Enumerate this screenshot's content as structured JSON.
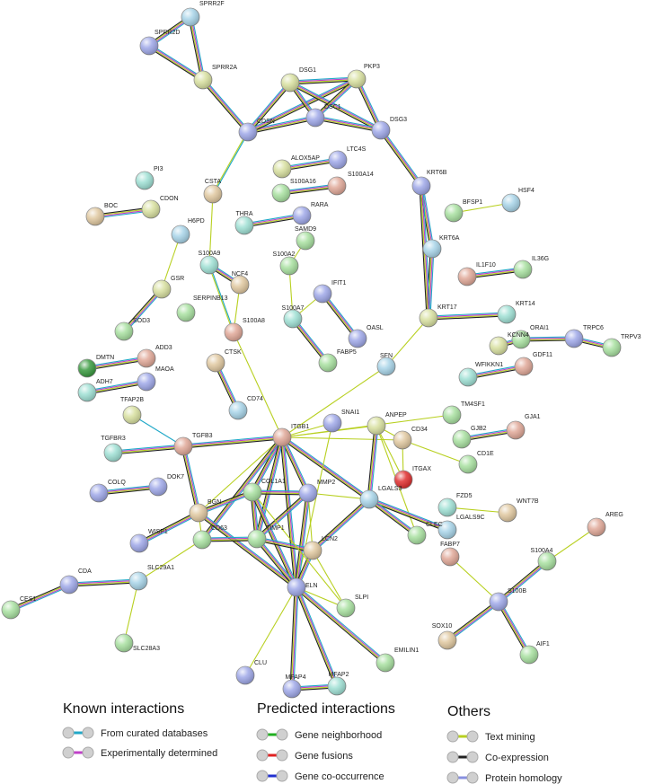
{
  "legend": {
    "known_title": "Known interactions",
    "predicted_title": "Predicted interactions",
    "others_title": "Others",
    "items": [
      {
        "label": "From curated databases",
        "color": "#20a8c8"
      },
      {
        "label": "Experimentally determined",
        "color": "#c040c8"
      },
      {
        "label": "Gene neighborhood",
        "color": "#20b020"
      },
      {
        "label": "Gene fusions",
        "color": "#e02020"
      },
      {
        "label": "Gene co-occurrence",
        "color": "#2030d0"
      },
      {
        "label": "Text mining",
        "color": "#b8d020"
      },
      {
        "label": "Co-expression",
        "color": "#222222"
      },
      {
        "label": "Protein homology",
        "color": "#8890e0"
      }
    ]
  },
  "palette": {
    "blue": "#9fa8e8",
    "teal": "#9fe0d4",
    "green": "#a8e0a0",
    "olive": "#d8e0a0",
    "tan": "#e0c8a0",
    "salmon": "#e0a898",
    "lightblue": "#a8d4e8",
    "red": "#e03030",
    "darkgreen": "#3a9a40",
    "purple": "#b0a8e8"
  },
  "nodes": [
    {
      "name": "SPRR2F",
      "c": "lightblue"
    },
    {
      "name": "SPRR2D",
      "c": "blue"
    },
    {
      "name": "SPRR2A",
      "c": "olive"
    },
    {
      "name": "DSG1",
      "c": "olive"
    },
    {
      "name": "PKP3",
      "c": "olive"
    },
    {
      "name": "DSC1",
      "c": "blue"
    },
    {
      "name": "DSG3",
      "c": "blue"
    },
    {
      "name": "CDSN",
      "c": "blue"
    },
    {
      "name": "ALOX5AP",
      "c": "olive"
    },
    {
      "name": "LTC4S",
      "c": "blue"
    },
    {
      "name": "S100A14",
      "c": "salmon"
    },
    {
      "name": "S100A16",
      "c": "green"
    },
    {
      "name": "KRT6B",
      "c": "blue"
    },
    {
      "name": "PI3",
      "c": "teal"
    },
    {
      "name": "CSTA",
      "c": "tan"
    },
    {
      "name": "CDON",
      "c": "olive"
    },
    {
      "name": "BOC",
      "c": "tan"
    },
    {
      "name": "BFSP1",
      "c": "green"
    },
    {
      "name": "HSF4",
      "c": "lightblue"
    },
    {
      "name": "THRA",
      "c": "teal"
    },
    {
      "name": "RARA",
      "c": "blue"
    },
    {
      "name": "SAMD9",
      "c": "green"
    },
    {
      "name": "H6PD",
      "c": "lightblue"
    },
    {
      "name": "KRT6A",
      "c": "lightblue"
    },
    {
      "name": "S100A9",
      "c": "teal"
    },
    {
      "name": "S100A2",
      "c": "green"
    },
    {
      "name": "NCF4",
      "c": "tan"
    },
    {
      "name": "IL1F10",
      "c": "salmon"
    },
    {
      "name": "IL36G",
      "c": "green"
    },
    {
      "name": "GSR",
      "c": "olive"
    },
    {
      "name": "IFIT1",
      "c": "blue"
    },
    {
      "name": "SERPINB13",
      "c": "green"
    },
    {
      "name": "KRT14",
      "c": "teal"
    },
    {
      "name": "KRT17",
      "c": "olive"
    },
    {
      "name": "S100A7",
      "c": "teal"
    },
    {
      "name": "S100A8",
      "c": "salmon"
    },
    {
      "name": "SOD3",
      "c": "green"
    },
    {
      "name": "OASL",
      "c": "blue"
    },
    {
      "name": "ORAI1",
      "c": "green"
    },
    {
      "name": "TRPC6",
      "c": "blue"
    },
    {
      "name": "TRPV3",
      "c": "green"
    },
    {
      "name": "KCNN4",
      "c": "olive"
    },
    {
      "name": "ADD3",
      "c": "salmon"
    },
    {
      "name": "DMTN",
      "c": "darkgreen"
    },
    {
      "name": "FABP5",
      "c": "green"
    },
    {
      "name": "SFN",
      "c": "lightblue"
    },
    {
      "name": "CTSK",
      "c": "tan"
    },
    {
      "name": "WFIKKN1",
      "c": "teal"
    },
    {
      "name": "GDF11",
      "c": "salmon"
    },
    {
      "name": "MAOA",
      "c": "blue"
    },
    {
      "name": "ADH7",
      "c": "teal"
    },
    {
      "name": "CD74",
      "c": "lightblue"
    },
    {
      "name": "TFAP2B",
      "c": "olive"
    },
    {
      "name": "SNAI1",
      "c": "blue"
    },
    {
      "name": "ANPEP",
      "c": "olive"
    },
    {
      "name": "TM4SF1",
      "c": "green"
    },
    {
      "name": "ITGB1",
      "c": "salmon"
    },
    {
      "name": "CD34",
      "c": "tan"
    },
    {
      "name": "GJA1",
      "c": "salmon"
    },
    {
      "name": "GJB2",
      "c": "green"
    },
    {
      "name": "TGFBR3",
      "c": "teal"
    },
    {
      "name": "TGFB3",
      "c": "salmon"
    },
    {
      "name": "DOK7",
      "c": "blue"
    },
    {
      "name": "CD1E",
      "c": "green"
    },
    {
      "name": "ITGAX",
      "c": "red"
    },
    {
      "name": "COLQ",
      "c": "blue"
    },
    {
      "name": "COL1A1",
      "c": "green"
    },
    {
      "name": "MMP2",
      "c": "blue"
    },
    {
      "name": "LGALS3",
      "c": "lightblue"
    },
    {
      "name": "FZD5",
      "c": "teal"
    },
    {
      "name": "WNT7B",
      "c": "tan"
    },
    {
      "name": "BGN",
      "c": "tan"
    },
    {
      "name": "AREG",
      "c": "salmon"
    },
    {
      "name": "LGALS9C",
      "c": "lightblue"
    },
    {
      "name": "CLEC",
      "c": "green"
    },
    {
      "name": "WISP1",
      "c": "blue"
    },
    {
      "name": "CD63",
      "c": "green"
    },
    {
      "name": "TIMP1",
      "c": "green"
    },
    {
      "name": "FABP7",
      "c": "salmon"
    },
    {
      "name": "S100A4",
      "c": "green"
    },
    {
      "name": "LCN2",
      "c": "tan"
    },
    {
      "name": "CDA",
      "c": "blue"
    },
    {
      "name": "SLC29A1",
      "c": "lightblue"
    },
    {
      "name": "ELN",
      "c": "blue"
    },
    {
      "name": "S100B",
      "c": "blue"
    },
    {
      "name": "SLPI",
      "c": "green"
    },
    {
      "name": "CES1",
      "c": "green"
    },
    {
      "name": "SLC28A3",
      "c": "green"
    },
    {
      "name": "SOX10",
      "c": "tan"
    },
    {
      "name": "AIF1",
      "c": "green"
    },
    {
      "name": "EMILIN1",
      "c": "green"
    },
    {
      "name": "CLU",
      "c": "blue"
    },
    {
      "name": "MFAP4",
      "c": "blue"
    },
    {
      "name": "MFAP2",
      "c": "teal"
    }
  ],
  "edges": [
    [
      "SPRR2F",
      "SPRR2D",
      "ch"
    ],
    [
      "SPRR2F",
      "SPRR2A",
      "ch"
    ],
    [
      "SPRR2D",
      "SPRR2A",
      "ch"
    ],
    [
      "SPRR2A",
      "CDSN",
      "ch"
    ],
    [
      "CDSN",
      "DSG1",
      "ch"
    ],
    [
      "CDSN",
      "DSC1",
      "ch"
    ],
    [
      "CDSN",
      "PKP3",
      "ch"
    ],
    [
      "DSG1",
      "PKP3",
      "ch"
    ],
    [
      "DSG1",
      "DSC1",
      "ch"
    ],
    [
      "DSG1",
      "DSG3",
      "ch"
    ],
    [
      "PKP3",
      "DSC1",
      "ch"
    ],
    [
      "PKP3",
      "DSG3",
      "ch"
    ],
    [
      "DSC1",
      "DSG3",
      "ch"
    ],
    [
      "DSG3",
      "KRT6B",
      "ch"
    ],
    [
      "KRT6B",
      "KRT6A",
      "ch"
    ],
    [
      "KRT6A",
      "KRT17",
      "ch"
    ],
    [
      "KRT6B",
      "KRT17",
      "ch"
    ],
    [
      "KRT17",
      "KRT14",
      "ch"
    ],
    [
      "KRT17",
      "SFN",
      "tm"
    ],
    [
      "CDSN",
      "CSTA",
      "cc"
    ],
    [
      "ALOX5AP",
      "LTC4S",
      "ch"
    ],
    [
      "S100A16",
      "S100A14",
      "ch"
    ],
    [
      "CDON",
      "BOC",
      "ch"
    ],
    [
      "BFSP1",
      "HSF4",
      "tm"
    ],
    [
      "THRA",
      "RARA",
      "ch"
    ],
    [
      "H6PD",
      "GSR",
      "tm"
    ],
    [
      "GSR",
      "SOD3",
      "ch"
    ],
    [
      "CSTA",
      "S100A9",
      "tm"
    ],
    [
      "S100A9",
      "S100A8",
      "cc"
    ],
    [
      "S100A9",
      "NCF4",
      "ch"
    ],
    [
      "NCF4",
      "S100A8",
      "tm"
    ],
    [
      "SAMD9",
      "S100A2",
      "tm"
    ],
    [
      "S100A2",
      "S100A7",
      "tm"
    ],
    [
      "IFIT1",
      "OASL",
      "ch"
    ],
    [
      "S100A7",
      "IFIT1",
      "tm"
    ],
    [
      "S100A7",
      "FABP5",
      "ch"
    ],
    [
      "IL1F10",
      "IL36G",
      "ch"
    ],
    [
      "ORAI1",
      "TRPC6",
      "ch"
    ],
    [
      "TRPC6",
      "TRPV3",
      "ch"
    ],
    [
      "KCNN4",
      "ORAI1",
      "ch"
    ],
    [
      "WFIKKN1",
      "GDF11",
      "ch"
    ],
    [
      "DMTN",
      "ADD3",
      "ch"
    ],
    [
      "ADH7",
      "MAOA",
      "ch"
    ],
    [
      "CTSK",
      "CD74",
      "ch"
    ],
    [
      "TFAP2B",
      "TGFB3",
      "cd"
    ],
    [
      "TGFBR3",
      "TGFB3",
      "ch"
    ],
    [
      "TGFB3",
      "ITGB1",
      "ch"
    ],
    [
      "TGFB3",
      "BGN",
      "ch"
    ],
    [
      "ITGB1",
      "SNAI1",
      "tm"
    ],
    [
      "ITGB1",
      "ANPEP",
      "tm"
    ],
    [
      "ITGB1",
      "TM4SF1",
      "tm"
    ],
    [
      "ITGB1",
      "CD34",
      "tm"
    ],
    [
      "ITGB1",
      "COL1A1",
      "ch"
    ],
    [
      "ITGB1",
      "MMP2",
      "ch"
    ],
    [
      "ITGB1",
      "BGN",
      "tm"
    ],
    [
      "ITGB1",
      "CD63",
      "ch"
    ],
    [
      "ITGB1",
      "TIMP1",
      "ch"
    ],
    [
      "ITGB1",
      "ELN",
      "ch"
    ],
    [
      "ITGB1",
      "LGALS3",
      "ch"
    ],
    [
      "ITGB1",
      "S100A8",
      "tm"
    ],
    [
      "ITGB1",
      "SFN",
      "tm"
    ],
    [
      "SNAI1",
      "ELN",
      "tm"
    ],
    [
      "ANPEP",
      "CD34",
      "tm"
    ],
    [
      "ANPEP",
      "ITGAX",
      "tm"
    ],
    [
      "ANPEP",
      "CLEC",
      "tm"
    ],
    [
      "ANPEP",
      "LGALS3",
      "ch"
    ],
    [
      "CD34",
      "ITGAX",
      "tm"
    ],
    [
      "CD34",
      "CD1E",
      "tm"
    ],
    [
      "GJB2",
      "GJA1",
      "ch"
    ],
    [
      "FZD5",
      "WNT7B",
      "tm"
    ],
    [
      "LGALS3",
      "LGALS9C",
      "ch"
    ],
    [
      "LGALS3",
      "MMP2",
      "tm"
    ],
    [
      "LGALS3",
      "LCN2",
      "ch"
    ],
    [
      "COL1A1",
      "MMP2",
      "ch"
    ],
    [
      "COL1A1",
      "BGN",
      "ch"
    ],
    [
      "COL1A1",
      "TIMP1",
      "ch"
    ],
    [
      "COL1A1",
      "ELN",
      "ch"
    ],
    [
      "MMP2",
      "TIMP1",
      "ch"
    ],
    [
      "MMP2",
      "ELN",
      "ch"
    ],
    [
      "MMP2",
      "LCN2",
      "tm"
    ],
    [
      "BGN",
      "WISP1",
      "ch"
    ],
    [
      "BGN",
      "CD63",
      "tm"
    ],
    [
      "BGN",
      "ELN",
      "ch"
    ],
    [
      "CD63",
      "TIMP1",
      "ch"
    ],
    [
      "TIMP1",
      "ELN",
      "ch"
    ],
    [
      "TIMP1",
      "LCN2",
      "ch"
    ],
    [
      "LCN2",
      "SLPI",
      "tm"
    ],
    [
      "LCN2",
      "ELN",
      "ch"
    ],
    [
      "ELN",
      "SLPI",
      "tm"
    ],
    [
      "ELN",
      "EMILIN1",
      "ch"
    ],
    [
      "ELN",
      "MFAP4",
      "ch"
    ],
    [
      "ELN",
      "MFAP2",
      "ch"
    ],
    [
      "ELN",
      "CLU",
      "tm"
    ],
    [
      "MFAP4",
      "MFAP2",
      "ch"
    ],
    [
      "COL1A1",
      "SLPI",
      "tm"
    ],
    [
      "CDA",
      "CES1",
      "ch"
    ],
    [
      "CDA",
      "SLC29A1",
      "ch"
    ],
    [
      "SLC29A1",
      "SLC28A3",
      "tm"
    ],
    [
      "SLC29A1",
      "CD63",
      "tm"
    ],
    [
      "AREG",
      "S100A4",
      "tm"
    ],
    [
      "S100A4",
      "S100B",
      "ch"
    ],
    [
      "FABP7",
      "S100B",
      "tm"
    ],
    [
      "S100B",
      "SOX10",
      "ch"
    ],
    [
      "S100B",
      "AIF1",
      "ch"
    ],
    [
      "COLQ",
      "DOK7",
      "ch"
    ],
    [
      "LGALS3",
      "CLEC",
      "ch"
    ]
  ]
}
